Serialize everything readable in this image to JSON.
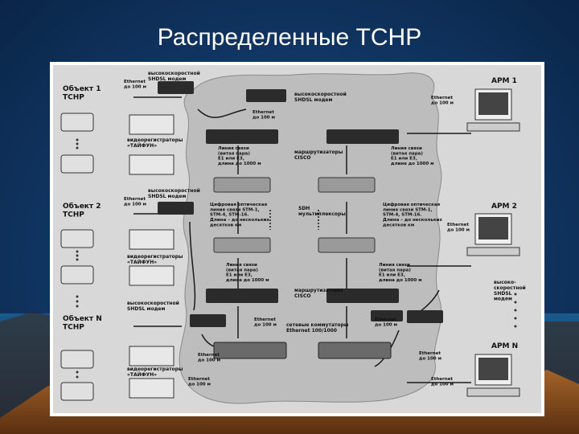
{
  "title": "Распределенные ТСНР",
  "left_column": {
    "object1": "Объект 1\nТСНР",
    "object2": "Объект 2\nТСНР",
    "objectN": "Объект N\nТСНР"
  },
  "labels": {
    "modem1": "высокоскоростной\nSHDSL модем",
    "modem2": "высокоскоростной\nSHDSL модем",
    "modemN": "высокоскоростной\nSHDSL модем",
    "modem_center": "высокоскоростной\nSHDSL модем",
    "modem_right": "высоко-\nскоростной\nSHDSL\nмодем",
    "eth1": "Ethernet\nдо 100 м",
    "eth2": "Ethernet\nдо 100 м",
    "eth3": "Ethernet\nдо 100 м",
    "eth4": "Ethernet\nдо 100 м",
    "eth5": "Ethernet\nдо 100 м",
    "eth6": "Ethernet\nдо 100 м",
    "eth7": "Ethernet\nдо 100 м",
    "eth8": "Ethernet\nдо 100 м",
    "eth9": "Ethernet\nдо 100 м",
    "eth10": "Ethernet\nдо 100 м",
    "eth11": "Ethernet\nдо 100 м",
    "dvr1": "видеорегистраторы\n«ТАЙФУН»",
    "dvr2": "видеорегистраторы\n«ТАЙФУН»",
    "dvr3": "видеорегистраторы\n«ТАЙФУН»",
    "line_left": "Линия связи\n(витая пара)\nE1 или E3,\nдлина до 1000 м",
    "line_right": "Линия связи\n(витая пара)\nE1 или E3,\nдлина до 1000 м",
    "routers_top": "маршрутизаторы\nCISCO",
    "routers_bottom": "маршрутизаторы\nCISCO",
    "fiber_left": "Цифровая оптическая\nлиния связи STM-1,\nSTM-4, STM-16.\nДлина – до нескольких\nдесятков км",
    "fiber_right": "Цифровая оптическая\nлиния связи STM-1,\nSTM-4, STM-16.\nДлина – до нескольких\nдесятков км",
    "sdh": "SDH\nмультиплексоры",
    "line_left2": "Линия связи\n(витая пара)\nE1 или E3,\nдлина до 1000 м",
    "line_right2": "Линия связи\n(витая пара)\nE1 или E3,\nдлина до 1000 м",
    "switches": "сетевые коммутаторы\nEthernet 100/1000",
    "arm1": "АРМ 1",
    "arm2": "АРМ 2",
    "armN": "АРМ N"
  },
  "colors": {
    "background": "#123a6a",
    "frame": "#ffffff",
    "diagram": "#d8d8d8",
    "cloud": "#bcbcbc",
    "device": "#2b2b2b"
  }
}
